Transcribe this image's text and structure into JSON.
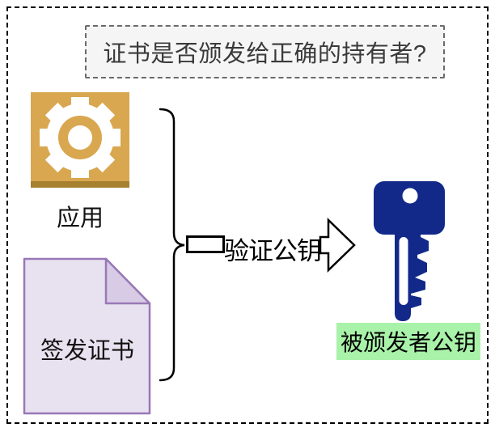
{
  "title": {
    "question": "证书是否颁发给正确的持有者?"
  },
  "left_group": {
    "app": {
      "label": "应用",
      "icon": "gear-icon"
    },
    "certificate": {
      "label": "签发证书",
      "icon": "document-icon"
    }
  },
  "flow": {
    "arrow_label": "验证公钥",
    "arrow_icon": "right-block-arrow-icon",
    "brace_icon": "grouping-brace-icon"
  },
  "result": {
    "label": "被颁发者公钥",
    "icon": "key-icon"
  },
  "colors": {
    "gear_gold": "#D9A750",
    "gear_gold_dark": "#A5802F",
    "doc_fill": "#E8E1F0",
    "doc_fold": "#D8CBE5",
    "doc_border": "#9878B6",
    "key_navy": "#12298A",
    "highlight_green": "#A9F2A9",
    "question_bg": "#F5F5F5",
    "question_border": "#6B6B6B",
    "outer_border": "#000000"
  }
}
